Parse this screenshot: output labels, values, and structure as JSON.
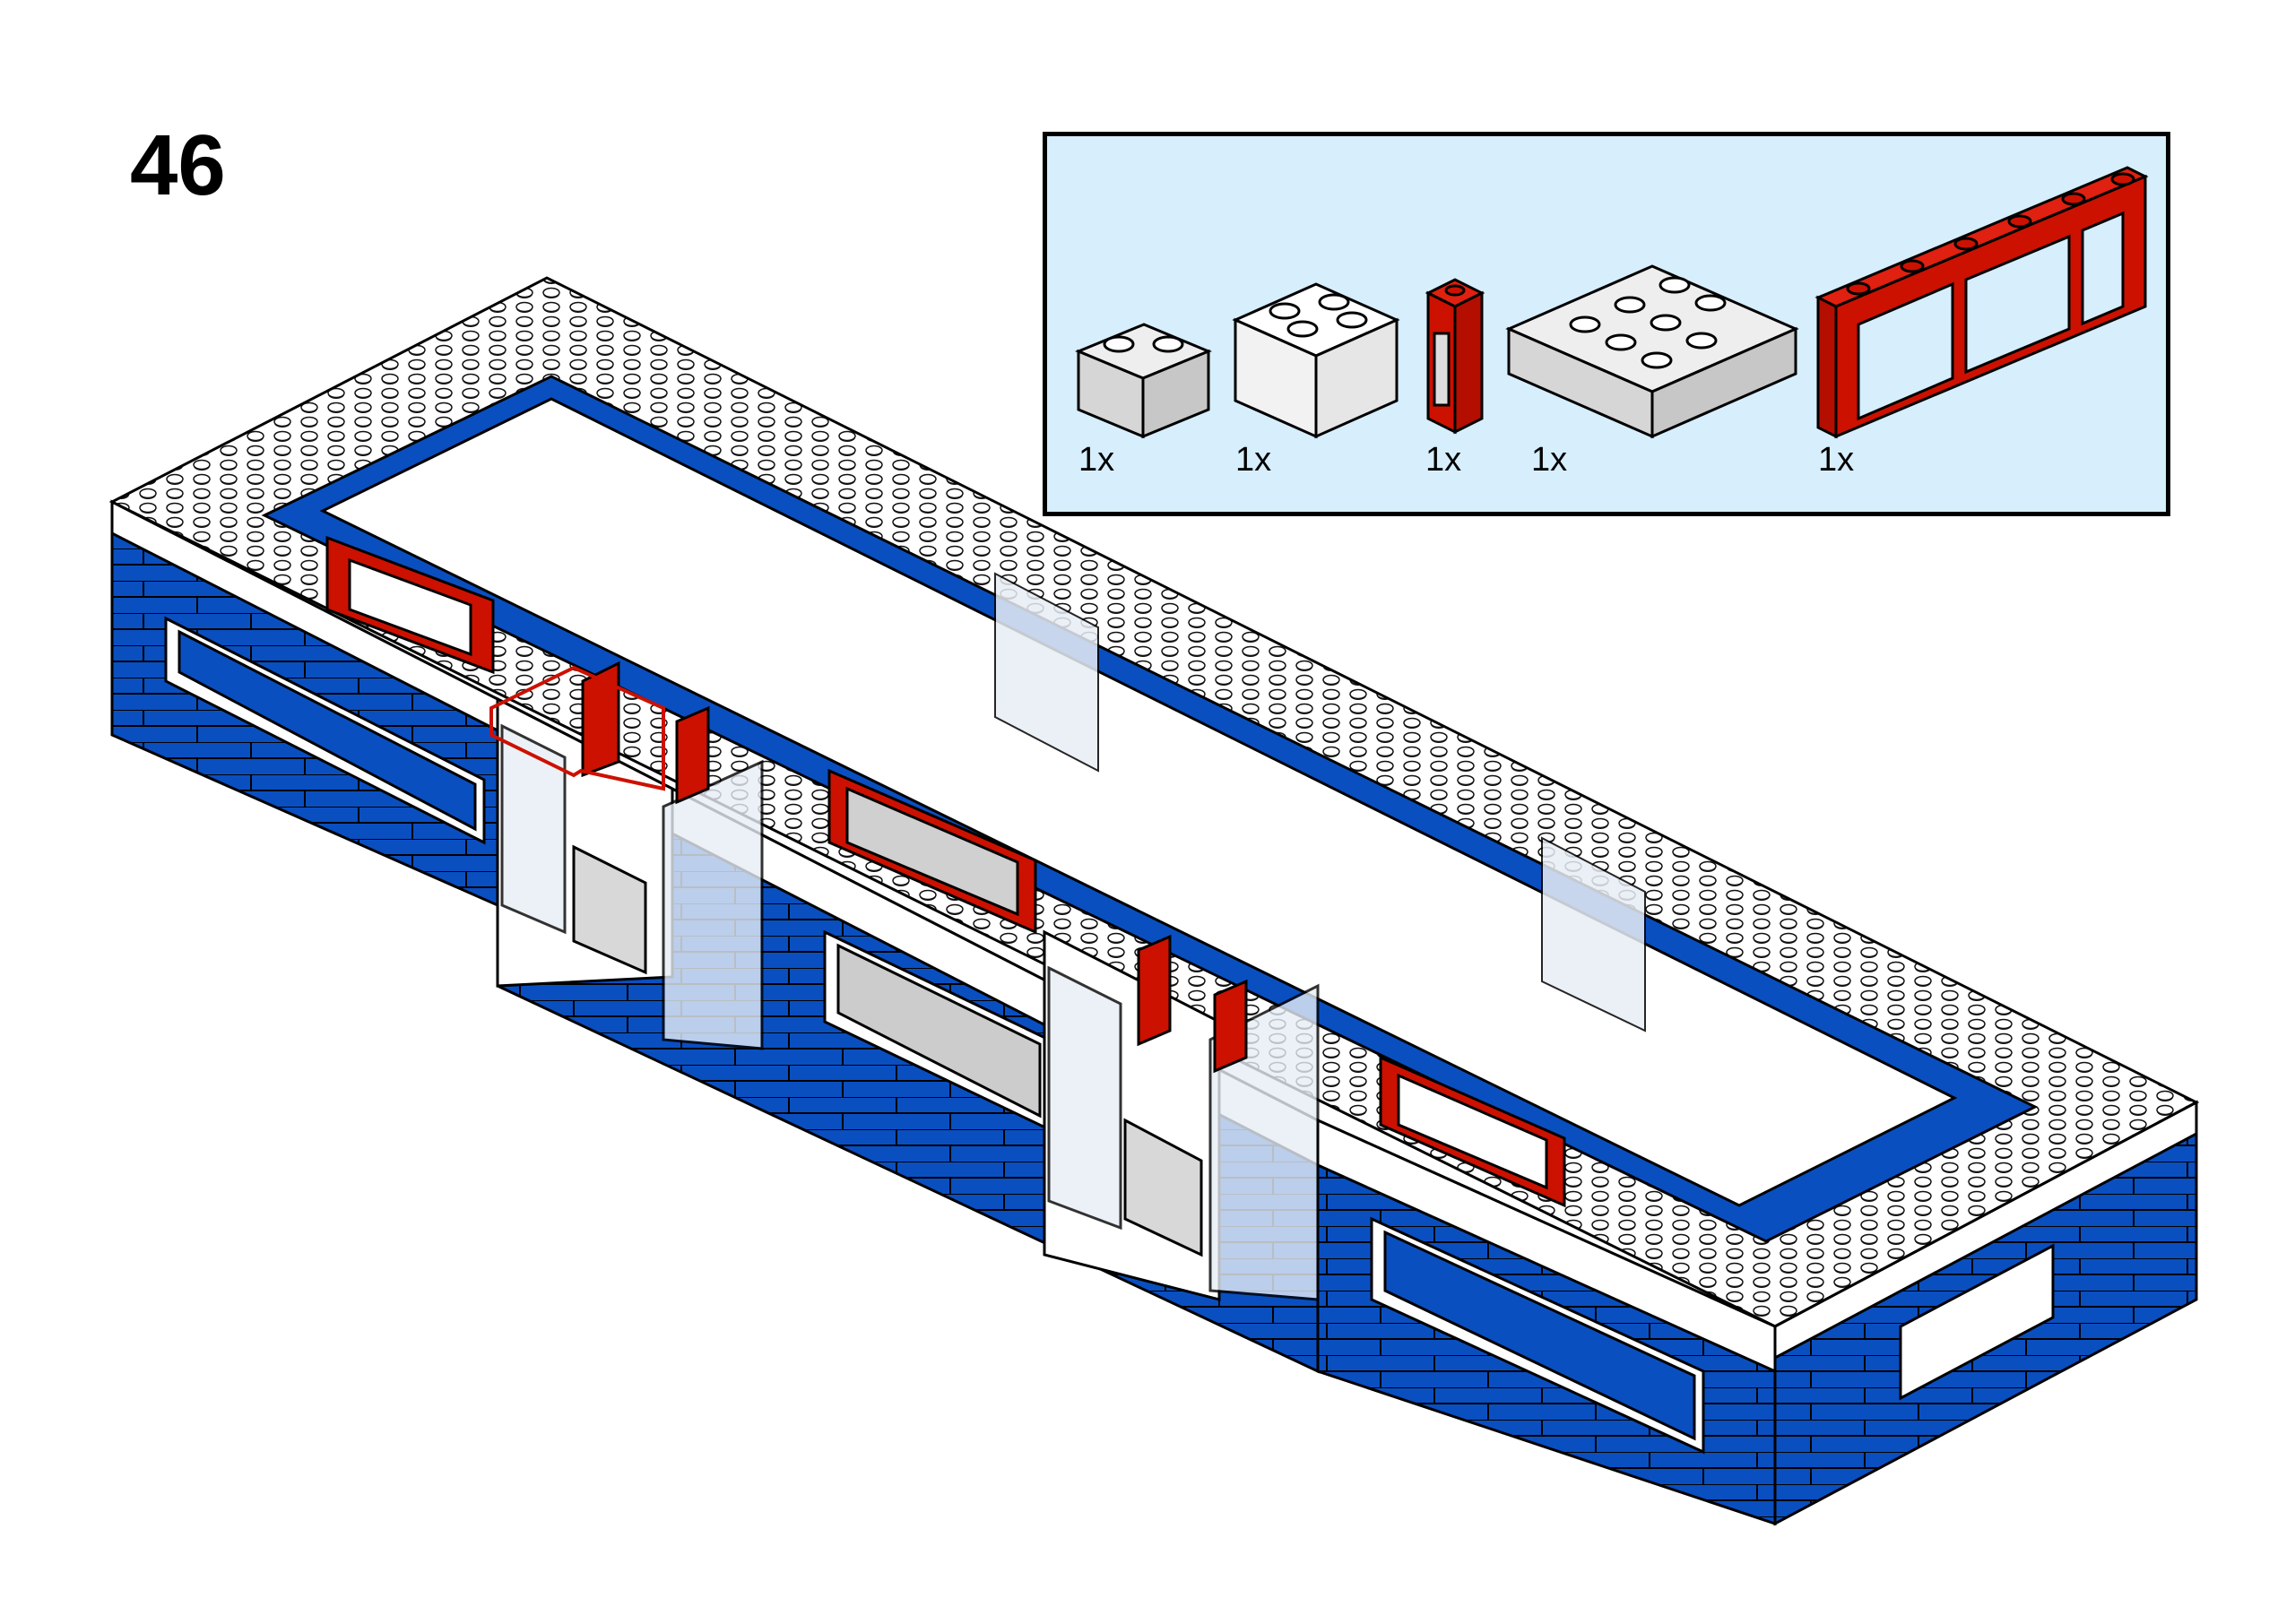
{
  "step": {
    "number": "46"
  },
  "parts": [
    {
      "id": "clear-brick-1x2",
      "qty": "1x",
      "color": "#d9d9d9"
    },
    {
      "id": "white-brick-2x2",
      "qty": "1x",
      "color": "#ffffff"
    },
    {
      "id": "red-window-1x1x2",
      "qty": "1x",
      "color": "#cc1100"
    },
    {
      "id": "clear-brick-2x4",
      "qty": "1x",
      "color": "#d9d9d9"
    },
    {
      "id": "red-window-1x6x2",
      "qty": "1x",
      "color": "#cc1100"
    }
  ],
  "colors": {
    "panel_bg": "#d7eefc",
    "wall_blue": "#0a4fc0",
    "wall_white": "#ffffff",
    "frame_red": "#cc1100",
    "transparent": "#e2e2e2",
    "outline": "#000000"
  }
}
